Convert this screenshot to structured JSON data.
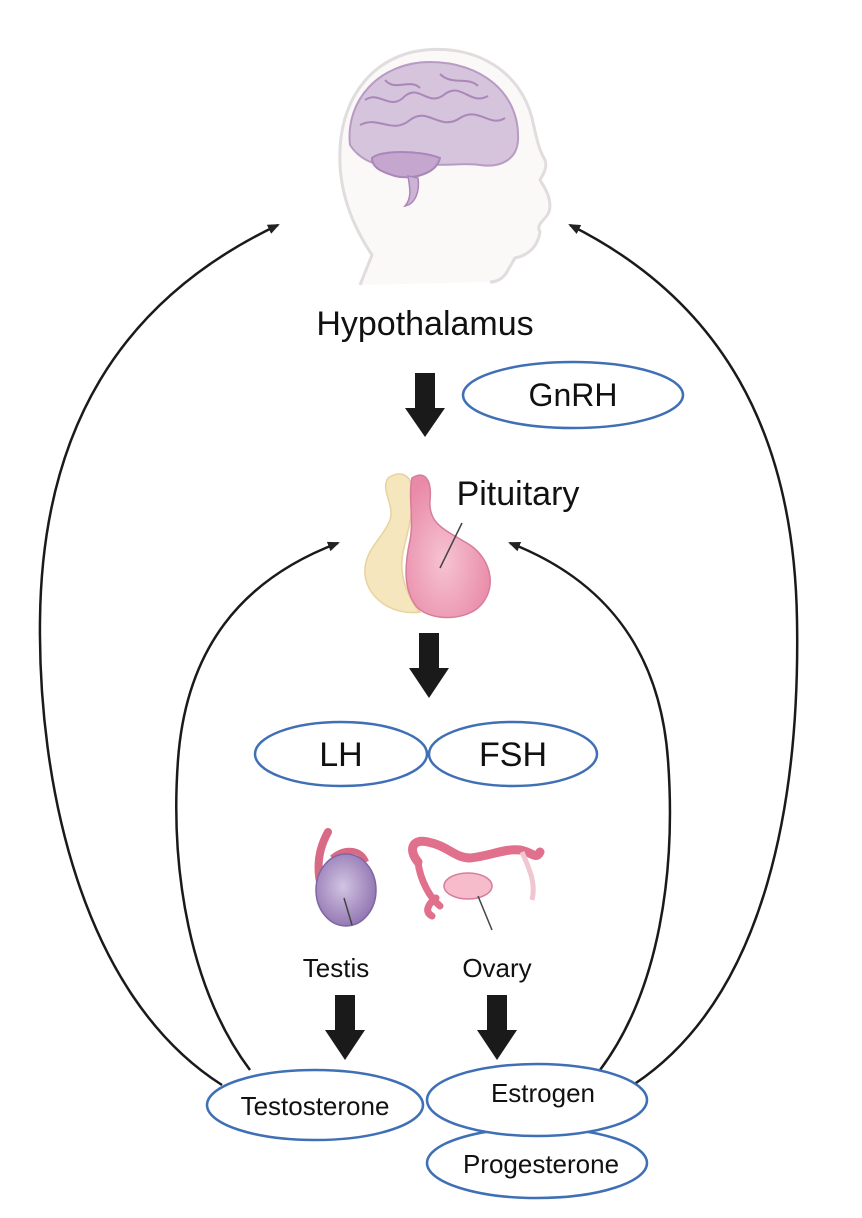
{
  "labels": {
    "hypothalamus": "Hypothalamus",
    "pituitary": "Pituitary",
    "testis": "Testis",
    "ovary": "Ovary"
  },
  "hormones": {
    "gnrh": "GnRH",
    "lh": "LH",
    "fsh": "FSH",
    "testosterone": "Testosterone",
    "estrogen": "Estrogen",
    "progesterone": "Progesterone"
  },
  "colors": {
    "ellipse_border": "#3f6fb5",
    "arrow": "#222222",
    "brain": "#cdb6d4",
    "head_outline": "#e3dfe0",
    "pituitary_anterior": "#f0a9c1",
    "pituitary_posterior": "#f3e2b6",
    "testis": "#a990c4",
    "ovary_tube": "#e0708c"
  },
  "icons": [
    "head-brain-icon",
    "pituitary-gland-icon",
    "testis-icon",
    "ovary-icon"
  ]
}
